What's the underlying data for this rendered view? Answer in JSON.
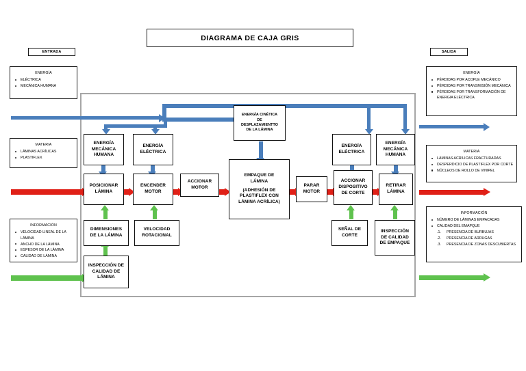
{
  "title": "DIAGRAMA DE CAJA GRIS",
  "tags": {
    "entrada": "ENTRADA",
    "salida": "SALIDA"
  },
  "colors": {
    "energy_blue": "#4a7ebb",
    "matter_red": "#e02017",
    "information_green": "#5fc24e",
    "container_gray": "#a6a6a6",
    "box_border": "#111111",
    "background": "#ffffff"
  },
  "inputs": [
    {
      "id": "entrada-energia",
      "heading": "ENERGÍA",
      "bullets": [
        "ELÉCTRICA",
        "MECÁNICA HUMANA"
      ]
    },
    {
      "id": "entrada-materia",
      "heading": "MATERIA",
      "bullets": [
        "LÁMINAS ACRÍLICAS",
        "PLASTIFLEX"
      ]
    },
    {
      "id": "entrada-informacion",
      "heading": "INFORMACIÓN",
      "bullets": [
        "VELOCIDAD LINEAL DE LA LÁMINA",
        "ANCHO DE LA LÁMINA",
        "ESPESOR DE LA LÁMINA",
        "CALIDAD DE LÁMINA"
      ]
    }
  ],
  "outputs": [
    {
      "id": "salida-energia",
      "heading": "ENERGÍA",
      "bullets": [
        "PÉRDIDAS POR ACOPLE MECÁNICO",
        "PÉRDIDAS POR TRANSMISIÓN MECÁNICA",
        "PÉRDIDAS POR TRANSFORMACIÓN DE ENERGIA ELÉCTRICA"
      ]
    },
    {
      "id": "salida-materia",
      "heading": "MATERIA",
      "bullets": [
        "LÁMINAS ACRÍLICAS FRACTURADAS",
        "DESPERDICIO DE PLASTIFLEX POR CORTE",
        "NÚCLEOS DE ROLLO DE VINIPEL"
      ]
    },
    {
      "id": "salida-informacion",
      "heading": "INFORMACIÓN",
      "bullets": [
        "NÚMERO DE LÁMINAS EMPACADAS",
        "CALIDAD DEL EMAPQUE"
      ],
      "numbered": [
        "PRESENCIA DE BURBUJAS",
        "PRESENCIA DE ARRUGAS",
        "PRESENCIA DE ZONAS DESCUBIERTAS"
      ]
    }
  ],
  "nodes": {
    "energia_mecanica_humana_1": [
      "ENERGÍA",
      "MECÁNICA",
      "HUMANA"
    ],
    "energia_electrica_1": [
      "ENERGÍA",
      "ELÉCTRICA"
    ],
    "energia_cinetica": [
      "ENERGÍA CINÉTICA",
      "DE",
      "DESPLAZAMIENTTO",
      "DE LA LÁMINA"
    ],
    "energia_electrica_2": [
      "ENERGÍA",
      "ELÉCTRICA"
    ],
    "energia_mecanica_humana_2": [
      "ENERGÍA",
      "MECÁNICA",
      "HUMANA"
    ],
    "posicionar_lamina": [
      "POSICIONAR",
      "LÁMINA"
    ],
    "encender_motor": [
      "ENCENDER",
      "MOTOR"
    ],
    "accionar_motor": [
      "ACCIONAR",
      "MOTOR"
    ],
    "empaque_lamina_a": [
      "EMPAQUE DE",
      "LÁMINA"
    ],
    "empaque_lamina_b": [
      "(ADHESIÓN DE",
      "PLASTIFLEX CON",
      "LÁMINA ACRÍLICA)"
    ],
    "parar_motor": [
      "PARAR",
      "MOTOR"
    ],
    "accionar_dispositivo": [
      "ACCIONAR",
      "DISPOSITIVO",
      "DE CORTE"
    ],
    "retirar_lamina": [
      "RETIRAR",
      "LÁMINA"
    ],
    "dimensiones_lamina": [
      "DIMENSIONES",
      "DE LA LÁMINA"
    ],
    "velocidad_rotacional": [
      "VELOCIDAD",
      "ROTACIONAL"
    ],
    "inspeccion_calidad_lamina": [
      "INSPECCIÓN DE",
      "CALIDAD DE",
      "LÁMINA"
    ],
    "senal_corte": [
      "SEÑAL DE",
      "CORTE"
    ],
    "inspeccion_calidad_empaque": [
      "INSPECCIÓN",
      "DE CALIDAD",
      "DE EMPAQUE"
    ]
  }
}
